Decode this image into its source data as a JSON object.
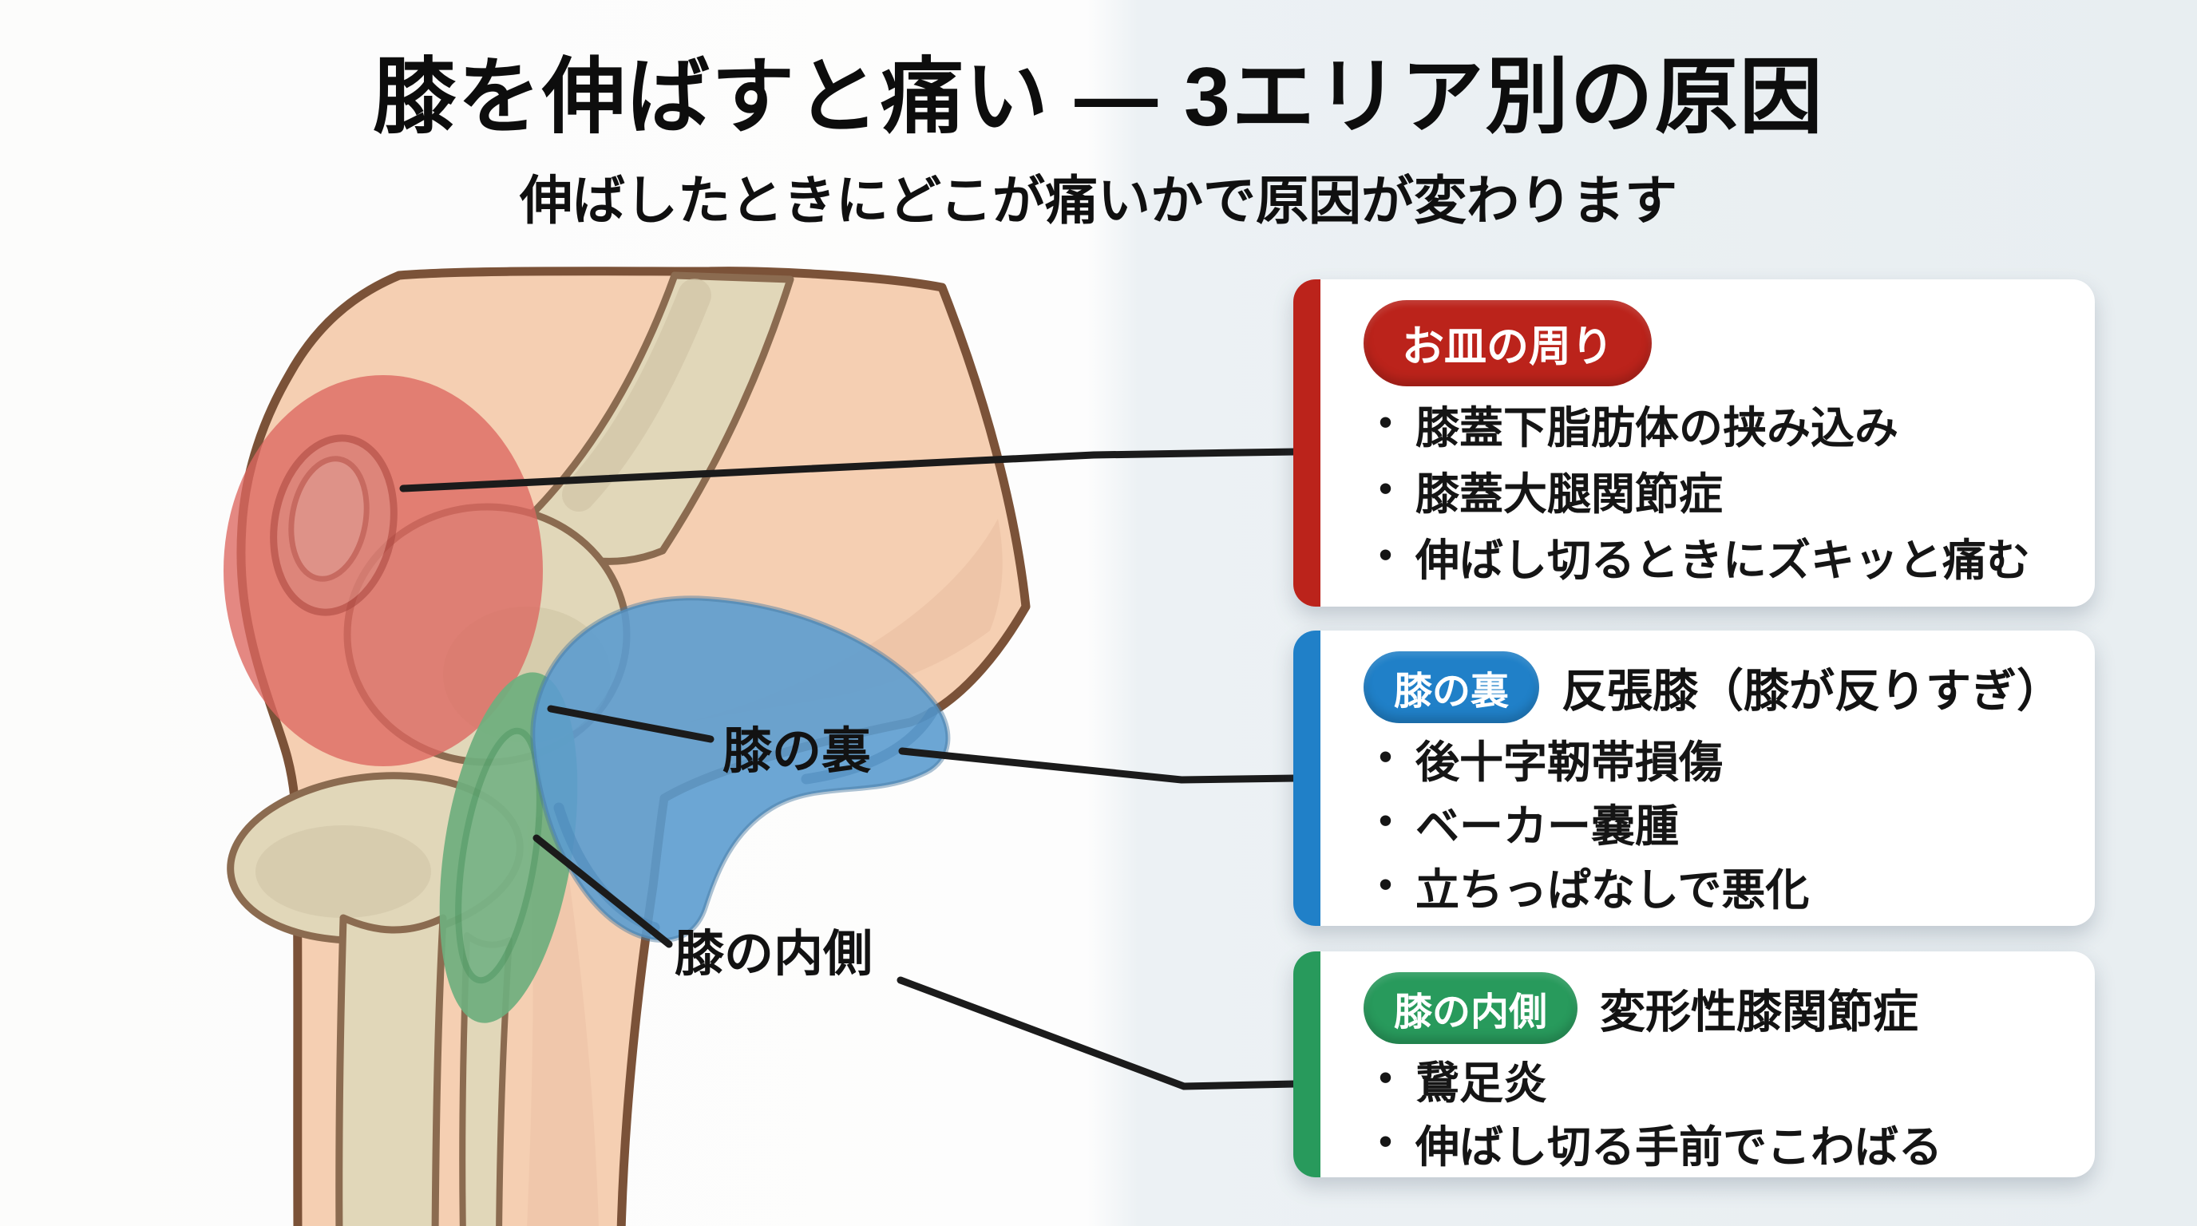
{
  "page": {
    "title": "膝を伸ばすと痛い ― 3エリア別の原因",
    "subtitle": "伸ばしたときにどこが痛いかで原因が変わります"
  },
  "ui": {
    "bullet_char": "・"
  },
  "illustration": {
    "labels": {
      "back": "膝の裏",
      "inner": "膝の内側"
    },
    "region_colors": {
      "patella": "#DD6660",
      "back": "#5C9CCF",
      "inner": "#6FAE7E"
    }
  },
  "cards": [
    {
      "badge": "お皿の周り",
      "heading": "",
      "accent": "#BB231B",
      "bullets": [
        "膝蓋下脂肪体の挟み込み",
        "膝蓋大腿関節症",
        "伸ばし切るときにズキッと痛む"
      ]
    },
    {
      "badge": "膝の裏",
      "heading": "反張膝（膝が反りすぎ）",
      "accent": "#2080C8",
      "bullets": [
        "後十字靭帯損傷",
        "ベーカー嚢腫",
        "立ちっぱなしで悪化"
      ]
    },
    {
      "badge": "膝の内側",
      "heading": "変形性膝関節症",
      "accent": "#289A5C",
      "bullets": [
        "鵞足炎",
        "伸ばし切る手前でこわばる"
      ]
    }
  ]
}
